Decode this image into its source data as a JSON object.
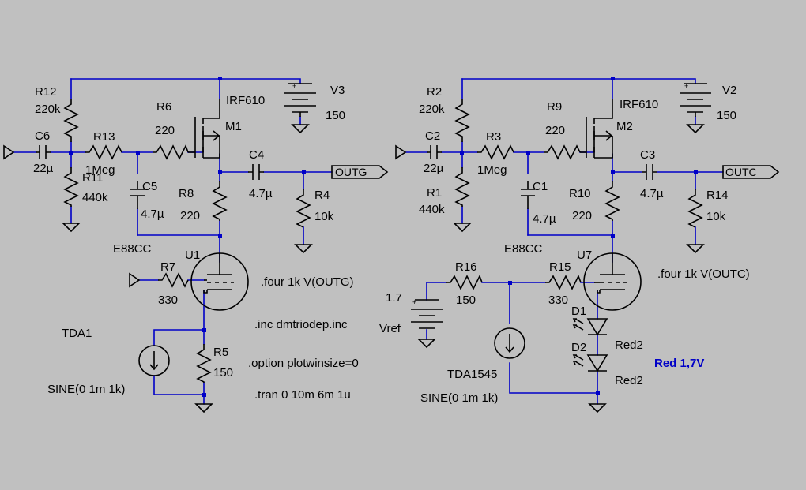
{
  "schematic": {
    "left": {
      "refs": {
        "r12": "R12",
        "r12v": "220k",
        "r11": "R11",
        "r11v": "440k",
        "c6": "C6",
        "c6v": "22µ",
        "r13": "R13",
        "r13v": "1Meg",
        "r6": "R6",
        "r6v": "220",
        "m1": "M1",
        "m1v": "IRF610",
        "v3": "V3",
        "v3v": "150",
        "c5": "C5",
        "c5v": "4.7µ",
        "r8": "R8",
        "r8v": "220",
        "c4": "C4",
        "c4v": "4.7µ",
        "r4": "R4",
        "r4v": "10k",
        "tube": "E88CC",
        "u1": "U1",
        "r7": "R7",
        "r7v": "330",
        "tda": "TDA1",
        "sine": "SINE(0 1m 1k)",
        "r5": "R5",
        "r5v": "150"
      },
      "netlabel": "OUTG",
      "directives": [
        ".four 1k V(OUTG)",
        ".inc dmtriodep.inc",
        ".option plotwinsize=0",
        ".tran 0 10m 6m 1u"
      ]
    },
    "right": {
      "refs": {
        "r2": "R2",
        "r2v": "220k",
        "r1": "R1",
        "r1v": "440k",
        "c2": "C2",
        "c2v": "22µ",
        "r3": "R3",
        "r3v": "1Meg",
        "r9": "R9",
        "r9v": "220",
        "m2": "M2",
        "m2v": "IRF610",
        "v2": "V2",
        "v2v": "150",
        "c1": "C1",
        "c1v": "4.7µ",
        "r10": "R10",
        "r10v": "220",
        "c3": "C3",
        "c3v": "4.7µ",
        "r14": "R14",
        "r14v": "10k",
        "tube": "E88CC",
        "u7": "U7",
        "r16": "R16",
        "r16v": "150",
        "r15": "R15",
        "r15v": "330",
        "vref": "Vref",
        "vrefv": "1.7",
        "d1": "D1",
        "d1v": "Red2",
        "d2": "D2",
        "d2v": "Red2",
        "tda": "TDA1545",
        "sine": "SINE(0 1m 1k)"
      },
      "netlabel": "OUTC",
      "directive": ".four 1k V(OUTC)",
      "comment": "Red 1,7V"
    },
    "colors": {
      "background": "#c0c0c0",
      "wire": "#0000c8",
      "component": "#000000",
      "comment": "#0000c8"
    }
  }
}
